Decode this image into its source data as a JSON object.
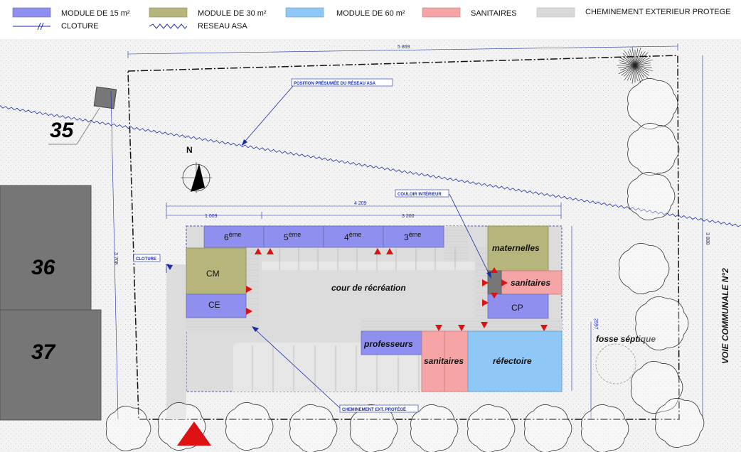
{
  "legend": {
    "module15": "MODULE DE 15 m²",
    "module30": "MODULE DE 30 m²",
    "module60": "MODULE DE 60 m²",
    "sanitaires": "SANITAIRES",
    "cheminement": "CHEMINEMENT EXTERIEUR PROTEGE",
    "cloture": "CLOTURE",
    "reseau": "RESEAU ASA"
  },
  "colors": {
    "module15": "#8f8fef",
    "module30": "#b5b57c",
    "module60": "#8fc7f7",
    "sanitaires": "#f5a5a5",
    "cheminement": "#d6d6d6",
    "dimension": "#1a2ea8",
    "arrow": "#dd1111"
  },
  "lots": {
    "lot35": "35",
    "lot36": "36",
    "lot37": "37"
  },
  "compass": {
    "north": "N"
  },
  "rooms": {
    "sixieme": "6",
    "cinquieme": "5",
    "quatrieme": "4",
    "troisieme": "3",
    "suffix": "ème",
    "cm": "CM",
    "ce": "CE",
    "cp": "CP",
    "maternelles": "maternelles",
    "sanitaires_right": "sanitaires",
    "sanitaires_bottom": "sanitaires",
    "professeurs": "professeurs",
    "refectoire": "réfectoire"
  },
  "areas": {
    "cour": "cour de récréation",
    "fosse": "fosse séptique",
    "voie": "VOIE COMMUNALE N°2"
  },
  "annotations": {
    "reseau_position": "POSITION PRÉSUMÉE DU RÉSEAU ASA",
    "couloir": "COULOIR INTÉRIEUR",
    "cloture": "CLOTURE",
    "cheminement": "CHEMINEMENT EXT. PROTÉGÉ"
  },
  "dimensions": {
    "top": "5 869",
    "total_width": "4 209",
    "left_width": "1 009",
    "right_width": "3 200",
    "left_height": "3 708",
    "right_height": "3 888",
    "inner_height": "2597"
  }
}
